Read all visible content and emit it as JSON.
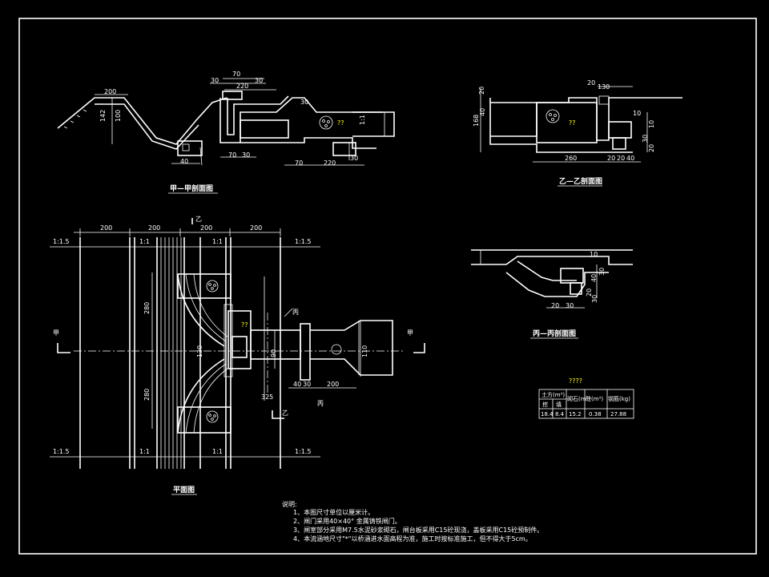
{
  "titles": {
    "section_a": "甲—甲剖面图",
    "section_b": "乙—乙剖面图",
    "section_c": "丙—丙剖面图",
    "plan": "平面图"
  },
  "dims_section_a": [
    "200",
    "142",
    "100",
    "70",
    "30",
    "220",
    "30",
    "30",
    "40",
    "70",
    "30",
    "70",
    "220",
    "30",
    "1:1"
  ],
  "dims_section_b": [
    "20",
    "130",
    "20",
    "10",
    "168",
    "40",
    "10",
    "30",
    "20",
    "260",
    "20",
    "20",
    "40"
  ],
  "dims_section_c": [
    "10",
    "20",
    "30",
    "40",
    "30",
    "20",
    "30"
  ],
  "dims_plan": [
    "200",
    "200",
    "200",
    "200",
    "1:1.5",
    "1:1",
    "1:1",
    "1:1.5",
    "280",
    "280",
    "130",
    "325",
    "40",
    "30",
    "200",
    "110",
    "90"
  ],
  "plan_marks": {
    "jia": "甲",
    "yi": "乙",
    "bing": "丙"
  },
  "placeholder": "??",
  "table": {
    "caption": "????",
    "header_1": "土方(m³)",
    "header_2": "砌石(m³)",
    "header_3": "砼(m³)",
    "header_4": "钢筋(kg)",
    "sub_1": "挖",
    "sub_2": "填",
    "row": [
      "18.4",
      "8.4",
      "15.2",
      "0.38",
      "27.88"
    ]
  },
  "notes": {
    "heading": "说明:",
    "items": [
      "1、本图尺寸单位以厘米计。",
      "2、闸门采用40×40° 金属铸铁闸门。",
      "3、闸室部分采用M7.5水泥砂浆砌石，闸台板采用C15砼现浇，盖板采用C15砼预制件。",
      "4、本流涵地尺寸\"*\"以桥涵进水面高程为准，施工时按标准施工，但不得大于5cm。"
    ]
  }
}
